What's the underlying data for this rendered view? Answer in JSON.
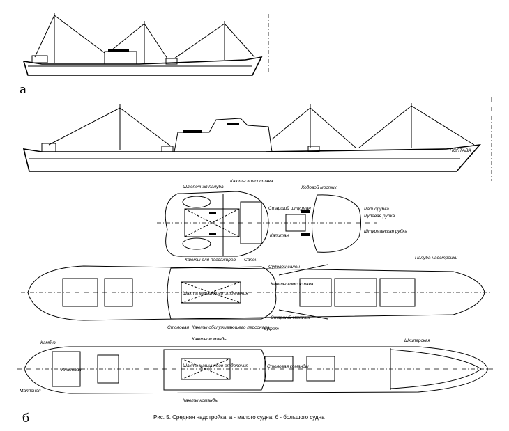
{
  "figure": {
    "caption": "Рис. 5. Средняя надстройка: а - малого судна; б - большого судна",
    "label_a": "а",
    "label_b": "б"
  },
  "ship_b_name": "ПОЛТАВА",
  "labels": {
    "boat_deck": "Шлюпочная палуба",
    "officers_cabins_top": "Каюты комсостава",
    "nav_bridge": "Ходовой мостик",
    "chief_mate": "Старший штурман",
    "captain": "Капитан",
    "radio_room": "Радиорубка",
    "wheelhouse": "Рулевая рубка",
    "chart_room": "Штурманская рубка",
    "passenger_cabins": "Каюты для пассажиров",
    "saloon": "Салон",
    "superstructure_deck": "Палуба надстройки",
    "ship_saloon": "Судовой салон",
    "officers_cabins_mid": "Каюты комсостава",
    "engine_casing_mid": "Шахта машинного отделения",
    "chief_engineer": "Старший механик",
    "mess": "Столовая",
    "service_cabins": "Каюты обслуживающего персонала",
    "buffet": "Буфет",
    "galley": "Камбуз",
    "pantry": "Кладовая",
    "crew_cabins_top": "Каюты команды",
    "engine_casing_low": "Шахта машинного отделения",
    "crew_mess": "Столовая команды",
    "crew_cabins_bottom": "Каюты команды",
    "skipper_store": "Шкиперская",
    "paint_store": "Малярная"
  }
}
